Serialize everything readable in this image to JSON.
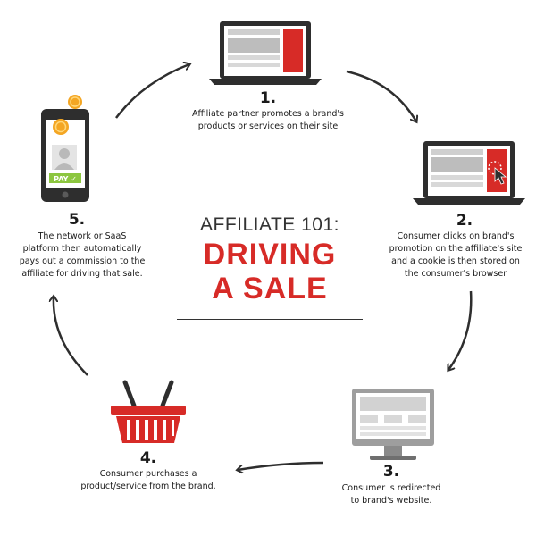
{
  "title": {
    "kicker": "AFFILIATE 101:",
    "headline": "DRIVING\nA SALE"
  },
  "steps": [
    {
      "number": "1.",
      "text": "Affiliate partner promotes a brand's\nproducts or services on their site",
      "icon": "laptop-icon"
    },
    {
      "number": "2.",
      "text": "Consumer clicks on brand's\npromotion on the affiliate's site\nand a cookie is then stored on\nthe consumer's browser",
      "icon": "laptop-click-icon"
    },
    {
      "number": "3.",
      "text": "Consumer is redirected\nto brand's website.",
      "icon": "desktop-monitor-icon"
    },
    {
      "number": "4.",
      "text": "Consumer purchases a\nproduct/service from the brand.",
      "icon": "shopping-basket-icon"
    },
    {
      "number": "5.",
      "text": "The network or SaaS\nplatform then automatically\npays out a commission to the\naffiliate for driving that sale.",
      "icon": "smartphone-pay-icon"
    }
  ],
  "phone": {
    "pay_label": "PAY ✓"
  },
  "colors": {
    "accent": "#d72b27",
    "dark": "#2e2e2e",
    "pay_green": "#8cc63f",
    "coin": "#f4a623"
  }
}
